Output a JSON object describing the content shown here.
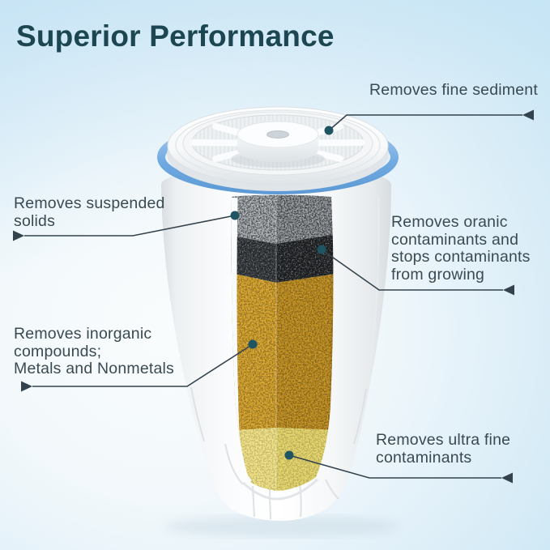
{
  "page": {
    "title": "Superior Performance"
  },
  "callouts": {
    "fine_sediment": {
      "lines": [
        "Removes fine sediment"
      ]
    },
    "suspended_solids": {
      "lines": [
        "Removes suspended",
        "solids"
      ]
    },
    "organic_contaminants": {
      "lines": [
        "Removes oranic",
        "contaminants and",
        "stops contaminants",
        "from growing"
      ]
    },
    "inorganic_compounds": {
      "lines": [
        "Removes inorganic",
        "compounds;",
        "Metals and Nonmetals"
      ]
    },
    "ultra_fine": {
      "lines": [
        "Removes ultra fine",
        "contaminants"
      ]
    }
  },
  "colors": {
    "title_text": "#1c4651",
    "callout_text": "#3a4a52",
    "leader_line": "#33424c",
    "leader_dot": "#1f5462",
    "gasket_blue": "#6fa9e0",
    "sediment_gray": "#a2a8ac",
    "carbon_black": "#393e42",
    "resin_gold": "#d7a329",
    "resin_pale_yellow": "#f2e388",
    "filter_body_white": "#f7f9fa",
    "background_tint": "#cde8f6"
  }
}
